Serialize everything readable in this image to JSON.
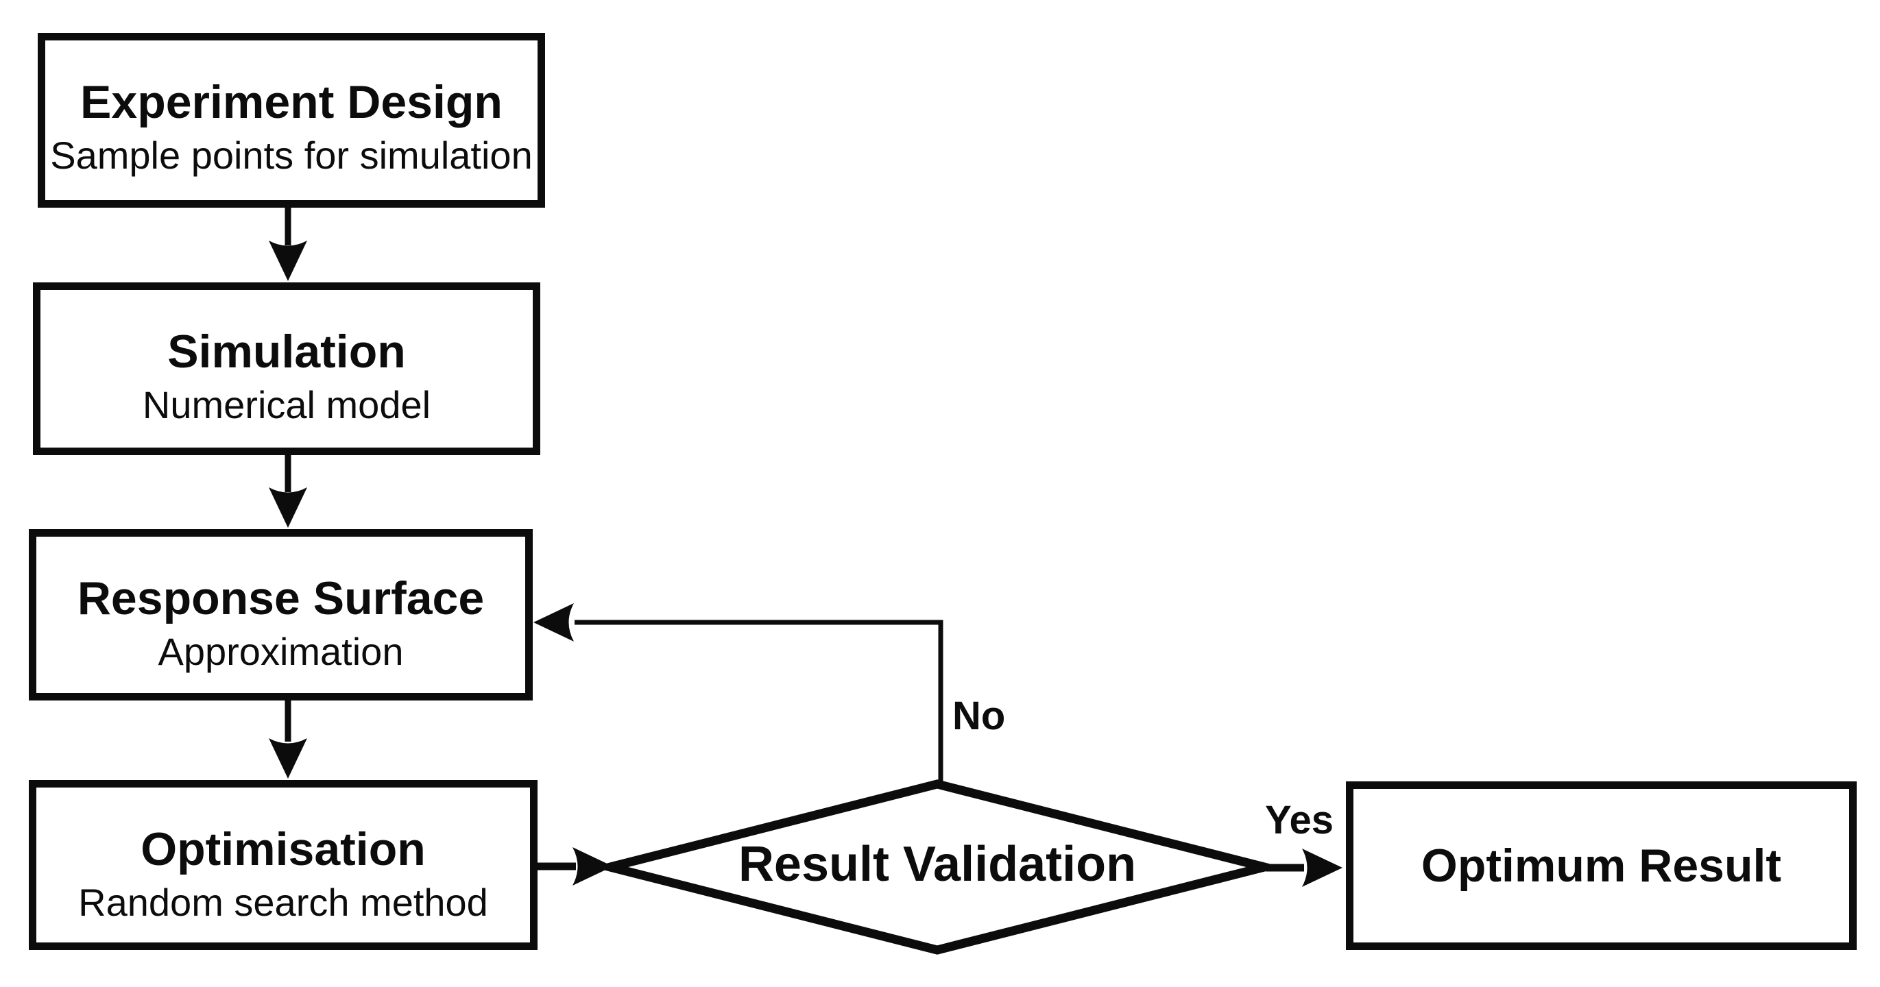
{
  "diagram": {
    "background_color": "#ffffff",
    "line_color": "#0c0c0c",
    "nodes": {
      "experiment_design": {
        "title": "Experiment Design",
        "subtitle": "Sample points for simulation"
      },
      "simulation": {
        "title": "Simulation",
        "subtitle": "Numerical model"
      },
      "response_surface": {
        "title": "Response Surface",
        "subtitle": "Approximation"
      },
      "optimisation": {
        "title": "Optimisation",
        "subtitle": "Random search method"
      },
      "result_validation": {
        "title": "Result Validation"
      },
      "optimum_result": {
        "title": "Optimum Result"
      }
    },
    "edge_labels": {
      "yes": "Yes",
      "no": "No"
    }
  }
}
